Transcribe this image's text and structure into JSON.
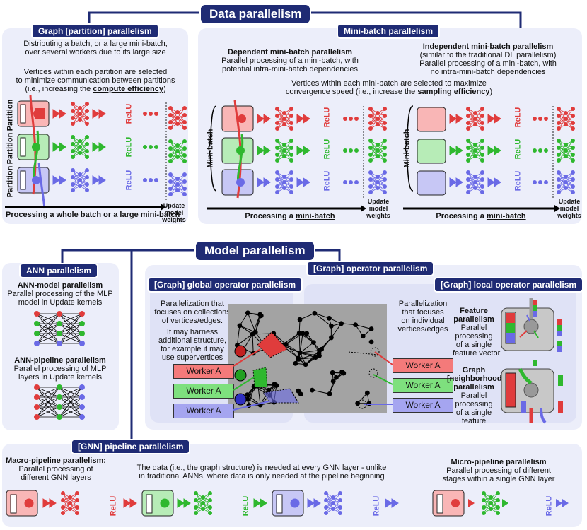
{
  "colors": {
    "navy": "#1f2b74",
    "red": "#e03c3c",
    "green": "#2fb82f",
    "blue": "#6a6ae6",
    "panel": "#eceefa"
  },
  "data_parallelism": {
    "title": "Data parallelism",
    "graph_partition": {
      "title": "Graph [partition] parallelism",
      "desc1": "Distributing a batch, or a large mini-batch,",
      "desc2": "over several workers due to its large size",
      "desc3": "Vertices within each partition are selected",
      "desc4": "to minimize communication between partitions",
      "desc5": "(i.e., increasing the",
      "desc5_emph": "compute efficiency",
      "desc5_end": ")",
      "partition_label": "Partition",
      "relu": "ReLU",
      "update_label": "Update model weights",
      "arrow_pre": "Processing a",
      "arrow_u1": "whole batch",
      "arrow_mid": "or a large",
      "arrow_u2": "mini-batch"
    },
    "minibatch": {
      "title": "Mini-batch parallelism",
      "dep_title": "Dependent mini-batch parallelism",
      "dep_desc1": "Parallel processing of a mini-batch, with",
      "dep_desc2": "potential intra-mini-batch dependencies",
      "ind_title": "Independent mini-batch parallelism",
      "ind_desc1": "(similar to the traditional DL parallelism)",
      "ind_desc2": "Parallel processing of a mini-batch, with",
      "ind_desc3": "no intra-mini-batch dependencies",
      "sel1": "Vertices within each mini-batch are selected to maximize",
      "sel2": "convergence speed (i.e., increase the",
      "sel2_emph": "sampling efficiency",
      "sel2_end": ")",
      "mini_batch_label": "Mini-batch",
      "arrow_pre": "Processing a",
      "arrow_u": "mini-batch",
      "update_label": "Update model weights",
      "relu": "ReLU"
    }
  },
  "model_parallelism": {
    "title": "Model parallelism",
    "ann": {
      "title": "ANN parallelism",
      "model_title": "ANN-model parallelism",
      "model_desc1": "Parallel processing of the MLP",
      "model_desc2": "model in Update kernels",
      "pipe_title": "ANN-pipeline parallelism",
      "pipe_desc1": "Parallel processing of MLP",
      "pipe_desc2": "layers in Update kernels"
    },
    "operator": {
      "title": "[Graph] operator parallelism",
      "global_title": "[Graph] global operator parallelism",
      "global_desc1": "Parallelization that",
      "global_desc2": "focuses on collections",
      "global_desc3": "of vertices/edges.",
      "global_desc4": "It may harness",
      "global_desc5": "additional structure,",
      "global_desc6": "for example it may",
      "global_desc7": "use supervertices",
      "local_title": "[Graph] local operator parallelism",
      "local_desc1": "Parallelization",
      "local_desc2": "that focuses",
      "local_desc3": "on individual",
      "local_desc4": "vertices/edges",
      "feat_title1": "Feature",
      "feat_title2": "parallelism",
      "feat_desc1": "Parallel",
      "feat_desc2": "processing",
      "feat_desc3": "of a single",
      "feat_desc4": "feature vector",
      "neigh_title1": "Graph",
      "neigh_title2": "[neighborhood]",
      "neigh_title3": "parallelism",
      "neigh_desc1": "Parallel",
      "neigh_desc2": "processing",
      "neigh_desc3": "of a single",
      "neigh_desc4": "feature",
      "worker": "Worker A"
    }
  },
  "gnn_pipeline": {
    "title": "[GNN] pipeline parallelism",
    "macro_title": "Macro-pipeline parallelism:",
    "macro_desc1": "Parallel processing of",
    "macro_desc2": "different GNN layers",
    "note1": "The data (i.e., the graph structure) is needed at every GNN layer - unlike",
    "note2": "in traditional ANNs, where data is only needed at the pipeline beginning",
    "micro_title": "Micro-pipeline parallelism",
    "micro_desc1": "Parallel processing of different",
    "micro_desc2": "stages within a single GNN layer",
    "relu": "ReLU"
  }
}
